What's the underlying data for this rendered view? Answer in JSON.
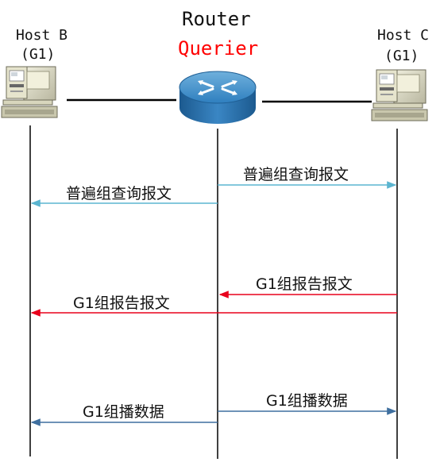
{
  "nodes": {
    "host_b": {
      "name": "Host B",
      "group": "(G1)"
    },
    "router": {
      "name": "Router",
      "role": "Querier",
      "role_color": "#ff0000"
    },
    "host_c": {
      "name": "Host C",
      "group": "(G1)"
    }
  },
  "messages": [
    {
      "label": "普遍组查询报文",
      "from": "router",
      "to": "host_c",
      "color": "#5bb5d0"
    },
    {
      "label": "普遍组查询报文",
      "from": "router",
      "to": "host_b",
      "color": "#5bb5d0"
    },
    {
      "label": "G1组报告报文",
      "from": "host_c",
      "to": "router",
      "color": "#e8001c"
    },
    {
      "label": "G1组报告报文",
      "from": "host_c",
      "to": "host_b",
      "color": "#e8001c"
    },
    {
      "label": "G1组播数据",
      "from": "router",
      "to": "host_c",
      "color": "#3f6f9f"
    },
    {
      "label": "G1组播数据",
      "from": "router",
      "to": "host_b",
      "color": "#3f6f9f"
    }
  ]
}
